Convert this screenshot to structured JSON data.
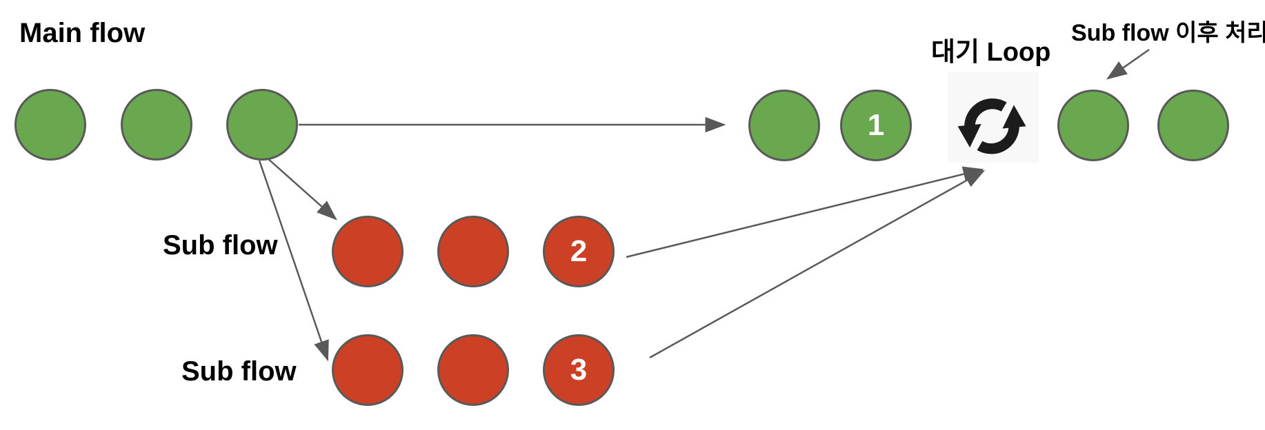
{
  "colors": {
    "green": "#6aa84f",
    "red": "#cc4125",
    "outline": "#595959",
    "arrow": "#595959",
    "icon": "#1c1c1c"
  },
  "labels": {
    "main_flow": "Main flow",
    "sub_flow_1": "Sub flow",
    "sub_flow_2": "Sub flow",
    "wait_loop": "대기 Loop",
    "sub_flow_after": "Sub flow 이후 처리"
  },
  "nodes": {
    "merge_badge": "1",
    "sub1_badge": "2",
    "sub2_badge": "3"
  },
  "icons": {
    "loop": "sync-loop-icon"
  }
}
